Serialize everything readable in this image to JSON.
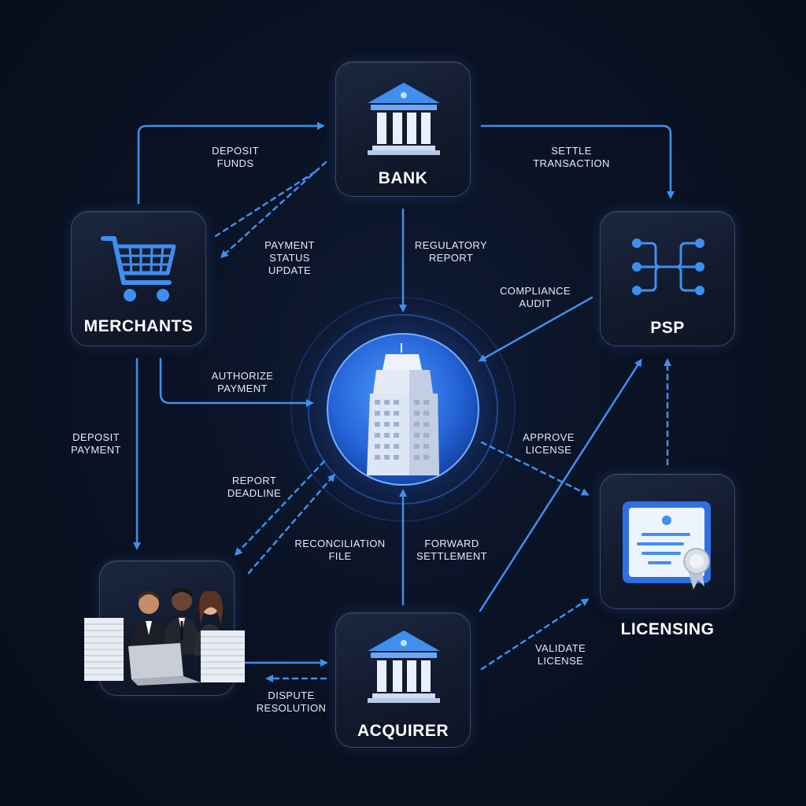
{
  "nodes": {
    "bank": "BANK",
    "psp": "PSP",
    "merchants": "MERCHANTS",
    "licensing": "LICENSING",
    "acquirer": "ACQUIRER"
  },
  "edges": {
    "deposit_funds": "DEPOSIT\nFUNDS",
    "settle_transaction": "SETTLE\nTRANSACTION",
    "payment_status_update": "PAYMENT\nSTATUS\nUPDATE",
    "regulatory_report": "REGULATORY\nREPORT",
    "compliance_audit": "COMPLIANCE\nAUDIT",
    "authorize_payment": "AUTHORIZE\nPAYMENT",
    "deposit_payment": "DEPOSIT\nPAYMENT",
    "approve_license": "APPROVE\nLICENSE",
    "report_deadline": "REPORT\nDEADLINE",
    "reconciliation_file": "RECONCILIATION\nFILE",
    "forward_settlement": "FORWARD\nSETTLEMENT",
    "validate_license": "VALIDATE\nLICENSE",
    "dispute_resolution": "DISPUTE\nRESOLUTION"
  },
  "colors": {
    "arrow": "#3f8ff0",
    "icon_blue": "#3f8ff0",
    "hub_glow": "#2f6fe0"
  },
  "icons": {
    "bank": "bank-building-icon",
    "psp": "network-nodes-icon",
    "merchants": "shopping-cart-icon",
    "licensing": "certificate-icon",
    "acquirer": "bank-building-icon",
    "hub": "skyscraper-icon",
    "team": "office-team-icon"
  }
}
